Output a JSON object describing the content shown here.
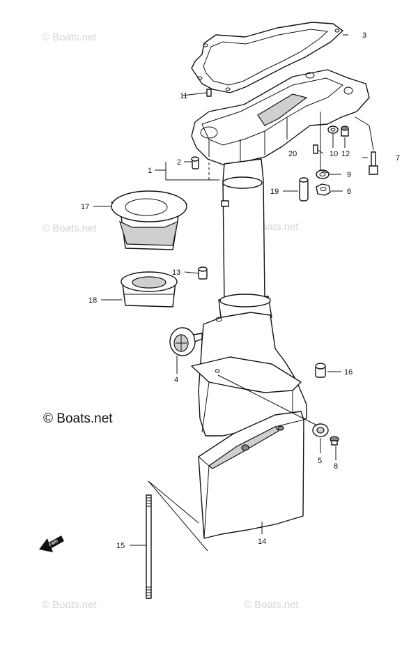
{
  "watermark_text": "© Boats.net",
  "brand_text": "© Boats.net",
  "fwd_label": "FWD",
  "callouts": {
    "c1": "1",
    "c2": "2",
    "c3": "3",
    "c4": "4",
    "c5": "5",
    "c6": "6",
    "c7": "7",
    "c8": "8",
    "c9": "9",
    "c10": "10",
    "c11": "11",
    "c12": "12",
    "c13": "13",
    "c14": "14",
    "c15": "15",
    "c16": "16",
    "c17": "17",
    "c18": "18",
    "c19": "19",
    "c20": "20"
  },
  "colors": {
    "line": "#111111",
    "watermark": "#d4d4d4",
    "shade": "#cfcfcf"
  }
}
